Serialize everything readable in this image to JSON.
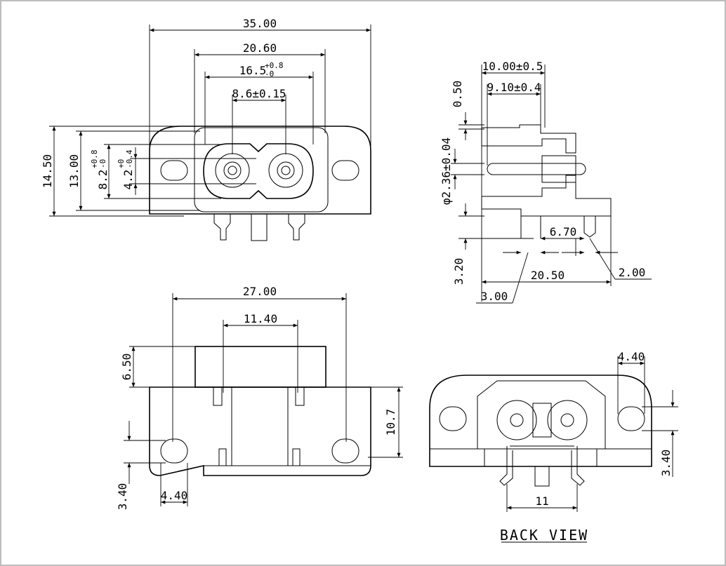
{
  "front": {
    "dims": [
      "35.00",
      "20.60",
      "16.5",
      "+0.8",
      "-0",
      "8.6±0.15",
      "14.50",
      "13.00",
      "8.2",
      "+0.8",
      "-0",
      "4.2",
      "+0",
      "-0.4"
    ]
  },
  "side": {
    "dims": [
      "10.00±0.5",
      "9.10±0.4",
      "0.50",
      "φ2.36±0.04",
      "6.70",
      "3.20",
      "20.50",
      "2.00",
      "3.00"
    ]
  },
  "bottom": {
    "dims": [
      "27.00",
      "11.40",
      "6.50",
      "10.7",
      "3.40",
      "4.40"
    ]
  },
  "back": {
    "dims": [
      "4.40",
      "3.40",
      "11"
    ],
    "title": "BACK VIEW"
  }
}
